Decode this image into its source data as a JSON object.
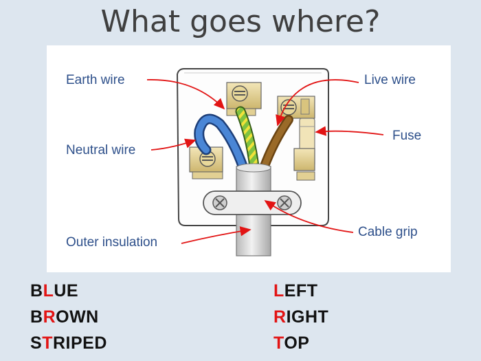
{
  "title": "What goes where?",
  "labels": {
    "earth_wire": "Earth wire",
    "neutral_wire": "Neutral wire",
    "outer_insulation": "Outer insulation",
    "live_wire": "Live wire",
    "fuse": "Fuse",
    "cable_grip": "Cable grip"
  },
  "colors": {
    "label_text": "#2d4f8a",
    "arrow": "#e21414",
    "highlight_letter": "#e21414",
    "earth_green": "#7fc241",
    "earth_yellow": "#f1e23a",
    "neutral_blue": "#3a72c4",
    "live_brown": "#8a5a1c",
    "brass": "#e6d49a"
  },
  "wire_colors": [
    {
      "pre": "B",
      "hl": "L",
      "post": "UE"
    },
    {
      "pre": "B",
      "hl": "R",
      "post": "OWN"
    },
    {
      "pre": "S",
      "hl": "T",
      "post": "RIPED"
    }
  ],
  "positions": [
    {
      "pre": "",
      "hl": "L",
      "post": "EFT"
    },
    {
      "pre": "",
      "hl": "R",
      "post": "IGHT"
    },
    {
      "pre": "",
      "hl": "T",
      "post": "OP"
    }
  ]
}
